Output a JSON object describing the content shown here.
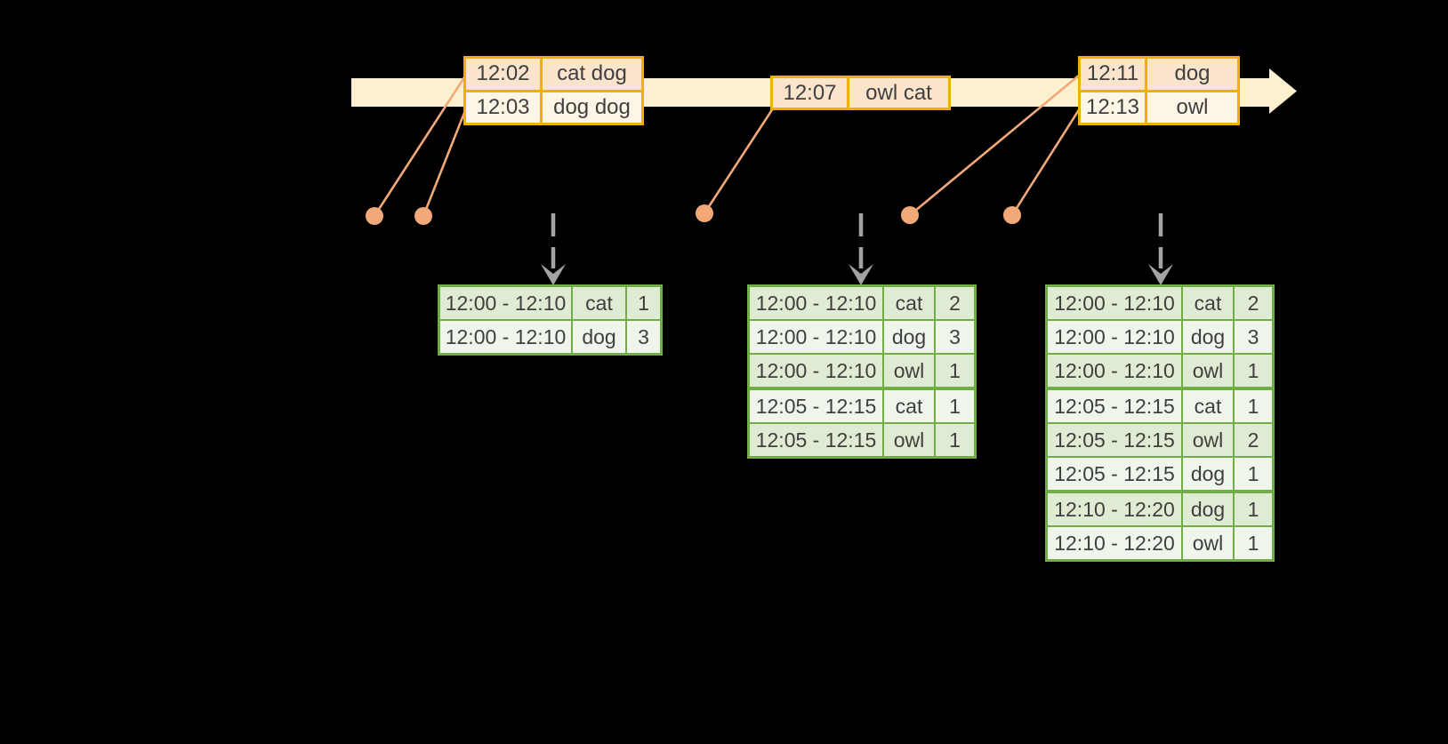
{
  "colors": {
    "background": "#000000",
    "timeline_fill": "#FCF0CE",
    "event_border": "#EFB006",
    "event_row_dark": "#FAE4CB",
    "event_row_light": "#FDF5E6",
    "connector": "#F2A878",
    "result_border": "#70AD47",
    "result_row_dark": "#E0EBD4",
    "result_row_light": "#F0F5EB",
    "trigger_arrow": "#A3A3A3",
    "text": "#3F3F3F"
  },
  "event_groups": [
    {
      "rows": [
        {
          "time": "12:02",
          "words": "cat dog"
        },
        {
          "time": "12:03",
          "words": "dog dog"
        }
      ]
    },
    {
      "rows": [
        {
          "time": "12:07",
          "words": "owl cat"
        }
      ]
    },
    {
      "rows": [
        {
          "time": "12:11",
          "words": "dog"
        },
        {
          "time": "12:13",
          "words": "owl"
        }
      ]
    }
  ],
  "result_tables": [
    {
      "rows": [
        {
          "window": "12:00 - 12:10",
          "word": "cat",
          "count": "1"
        },
        {
          "window": "12:00 - 12:10",
          "word": "dog",
          "count": "3"
        }
      ]
    },
    {
      "rows": [
        {
          "window": "12:00 - 12:10",
          "word": "cat",
          "count": "2"
        },
        {
          "window": "12:00 - 12:10",
          "word": "dog",
          "count": "3"
        },
        {
          "window": "12:00 - 12:10",
          "word": "owl",
          "count": "1"
        },
        {
          "window": "12:05 - 12:15",
          "word": "cat",
          "count": "1"
        },
        {
          "window": "12:05 - 12:15",
          "word": "owl",
          "count": "1"
        }
      ]
    },
    {
      "rows": [
        {
          "window": "12:00 - 12:10",
          "word": "cat",
          "count": "2"
        },
        {
          "window": "12:00 - 12:10",
          "word": "dog",
          "count": "3"
        },
        {
          "window": "12:00 - 12:10",
          "word": "owl",
          "count": "1"
        },
        {
          "window": "12:05 - 12:15",
          "word": "cat",
          "count": "1"
        },
        {
          "window": "12:05 - 12:15",
          "word": "owl",
          "count": "2"
        },
        {
          "window": "12:05 - 12:15",
          "word": "dog",
          "count": "1"
        },
        {
          "window": "12:10 - 12:20",
          "word": "dog",
          "count": "1"
        },
        {
          "window": "12:10 - 12:20",
          "word": "owl",
          "count": "1"
        }
      ]
    }
  ]
}
